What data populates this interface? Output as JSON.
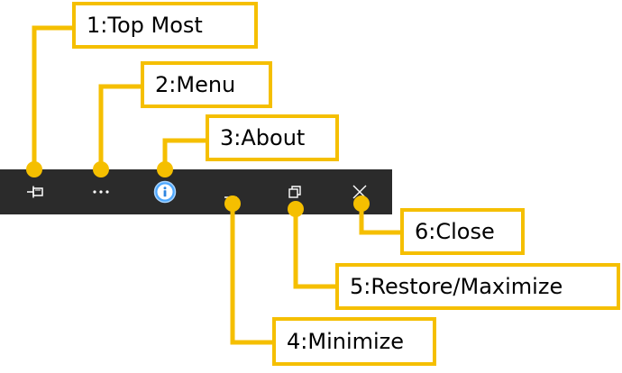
{
  "colors": {
    "titlebar_bg": "#2b2b2b",
    "accent": "#f5bf00",
    "icon_fg": "#ffffff",
    "about_icon": "#4ea8ff"
  },
  "titlebar": {
    "buttons": [
      {
        "id": "top-most",
        "icon": "pin-icon"
      },
      {
        "id": "menu",
        "icon": "more-icon"
      },
      {
        "id": "about",
        "icon": "info-icon"
      },
      {
        "id": "minimize",
        "icon": "minimize-icon"
      },
      {
        "id": "restore",
        "icon": "restore-icon"
      },
      {
        "id": "close",
        "icon": "close-icon"
      }
    ]
  },
  "callouts": {
    "top_most": "1:Top Most",
    "menu": "2:Menu",
    "about": "3:About",
    "minimize": "4:Minimize",
    "restore": "5:Restore/Maximize",
    "close": "6:Close"
  }
}
